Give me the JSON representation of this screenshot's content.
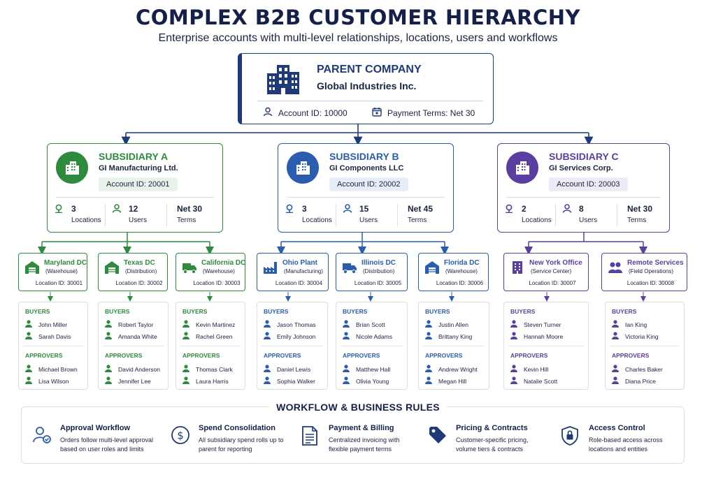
{
  "header": {
    "title": "COMPLEX B2B CUSTOMER HIERARCHY",
    "subtitle": "Enterprise accounts with multi-level relationships, locations, users and workflows"
  },
  "parent": {
    "title": "PARENT COMPANY",
    "name": "Global Industries Inc.",
    "account_id": "Account ID: 10000",
    "payment_terms": "Payment Terms: Net 30"
  },
  "subsidiaries": [
    {
      "title": "SUBSIDIARY A",
      "name": "GI Manufacturing Ltd.",
      "account_id": "Account ID: 20001",
      "locations_num": "3",
      "locations_label": "Locations",
      "users_num": "12",
      "users_label": "Users",
      "terms_num": "Net 30",
      "terms_label": "Terms",
      "color": "#2e8b3e",
      "tint": "#e8f4ea"
    },
    {
      "title": "SUBSIDIARY B",
      "name": "GI Components LLC",
      "account_id": "Account ID: 20002",
      "locations_num": "3",
      "locations_label": "Locations",
      "users_num": "15",
      "users_label": "Users",
      "terms_num": "Net 45",
      "terms_label": "Terms",
      "color": "#2a5db0",
      "tint": "#e6eef9"
    },
    {
      "title": "SUBSIDIARY C",
      "name": "GI Services Corp.",
      "account_id": "Account ID: 20003",
      "locations_num": "2",
      "locations_label": "Locations",
      "users_num": "8",
      "users_label": "Users",
      "terms_num": "Net 30",
      "terms_label": "Terms",
      "color": "#5b3fa0",
      "tint": "#efeaf8"
    }
  ],
  "locations": [
    {
      "name": "Maryland DC",
      "type": "(Warehouse)",
      "id": "Location ID: 30001",
      "icon": "warehouse-icon",
      "buyers": [
        "John Miller",
        "Sarah Davis"
      ],
      "approvers": [
        "Michael Brown",
        "Lisa Wilson"
      ]
    },
    {
      "name": "Texas DC",
      "type": "(Distribution)",
      "id": "Location ID: 30002",
      "icon": "warehouse-icon",
      "buyers": [
        "Robert Taylor",
        "Amanda White"
      ],
      "approvers": [
        "David Anderson",
        "Jennifer Lee"
      ]
    },
    {
      "name": "California DC",
      "type": "(Warehouse)",
      "id": "Location ID: 30003",
      "icon": "truck-icon",
      "buyers": [
        "Kevin Martinez",
        "Rachel Green"
      ],
      "approvers": [
        "Thomas Clark",
        "Laura Harris"
      ]
    },
    {
      "name": "Ohio Plant",
      "type": "(Manufacturing)",
      "id": "Location ID: 30004",
      "icon": "factory-icon",
      "buyers": [
        "Jason Thomas",
        "Emily Johnson"
      ],
      "approvers": [
        "Daniel Lewis",
        "Sophia Walker"
      ]
    },
    {
      "name": "Illinois DC",
      "type": "(Distribution)",
      "id": "Location ID: 30005",
      "icon": "truck-icon",
      "buyers": [
        "Brian Scott",
        "Nicole Adams"
      ],
      "approvers": [
        "Matthew Hall",
        "Olivia Young"
      ]
    },
    {
      "name": "Florida DC",
      "type": "(Warehouse)",
      "id": "Location ID: 30006",
      "icon": "warehouse-icon",
      "buyers": [
        "Justin Allen",
        "Brittany King"
      ],
      "approvers": [
        "Andrew Wright",
        "Megan Hill"
      ]
    },
    {
      "name": "New York Office",
      "type": "(Service Center)",
      "id": "Location ID: 30007",
      "icon": "office-icon",
      "buyers": [
        "Steven Turner",
        "Hannah Moore"
      ],
      "approvers": [
        "Kevin Hill",
        "Natalie Scott"
      ]
    },
    {
      "name": "Remote Services",
      "type": "(Field Operations)",
      "id": "Location ID: 30008",
      "icon": "team-icon",
      "buyers": [
        "Ian King",
        "Victoria King"
      ],
      "approvers": [
        "Charles Baker",
        "Diana Price"
      ]
    }
  ],
  "labels": {
    "buyers": "BUYERS",
    "approvers": "APPROVERS"
  },
  "workflow": {
    "title": "WORKFLOW & BUSINESS RULES",
    "rules": [
      {
        "title": "Approval Workflow",
        "line1": "Orders follow multi-level approval",
        "line2": "based on user roles and limits",
        "icon": "user-approval-icon"
      },
      {
        "title": "Spend Consolidation",
        "line1": "All subsidiary spend rolls up to",
        "line2": "parent for reporting",
        "icon": "dollar-icon"
      },
      {
        "title": "Payment & Billing",
        "line1": "Centralized invoicing with",
        "line2": "flexible payment terms",
        "icon": "invoice-icon"
      },
      {
        "title": "Pricing & Contracts",
        "line1": "Customer-specific pricing,",
        "line2": "volume tiers & contracts",
        "icon": "price-tag-icon"
      },
      {
        "title": "Access Control",
        "line1": "Role-based access across",
        "line2": "locations and entities",
        "icon": "shield-lock-icon"
      }
    ]
  },
  "colors": {
    "navy": "#1f3a7a",
    "green": "#2e8b3e",
    "blue": "#2a5db0",
    "purple": "#5b3fa0"
  }
}
